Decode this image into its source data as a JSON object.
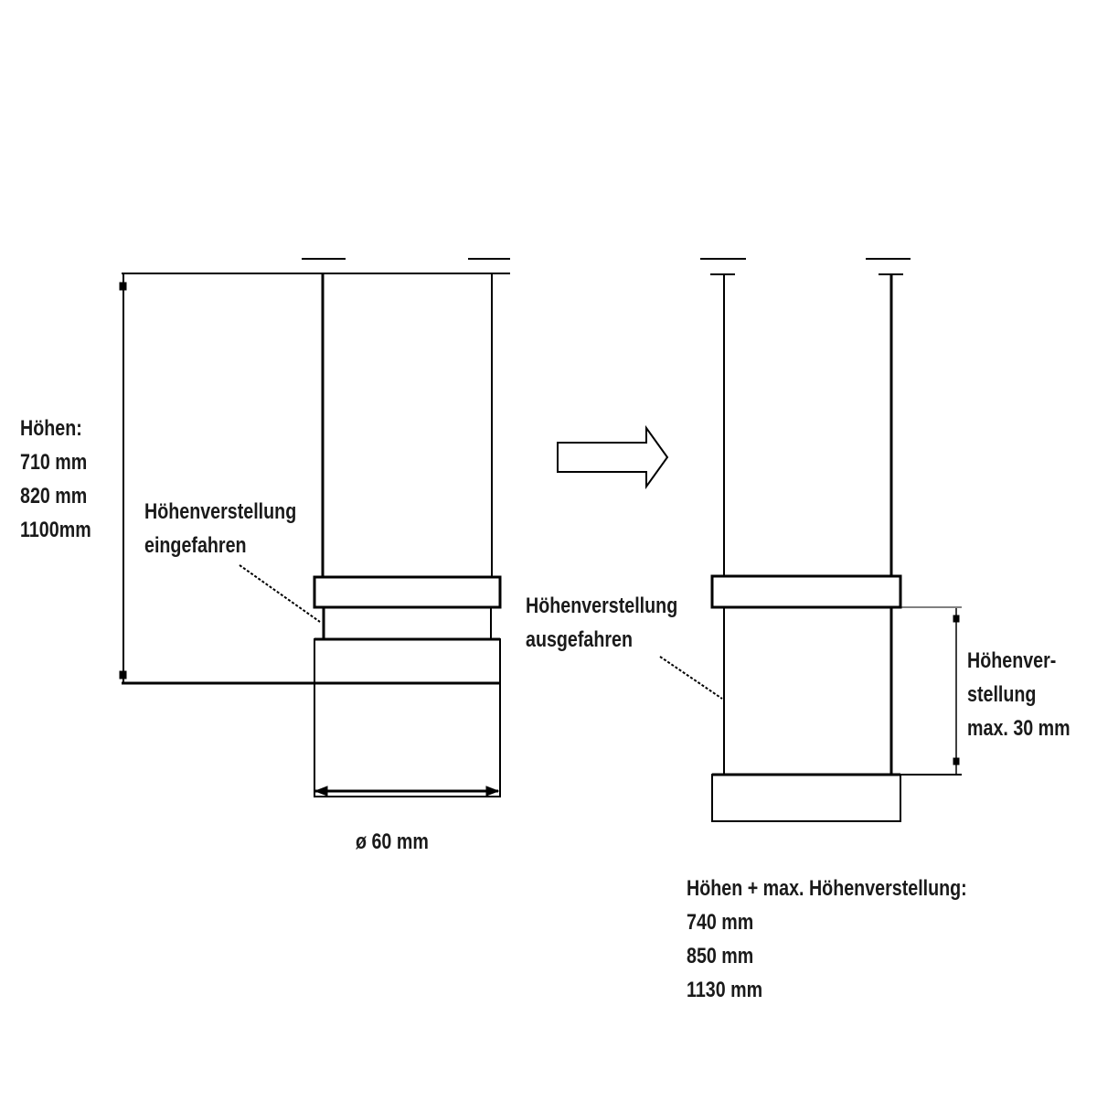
{
  "left_heights": {
    "title": "Höhen:",
    "values": [
      "710 mm",
      "820 mm",
      "1100mm"
    ]
  },
  "retracted_label": [
    "Höhenverstellung",
    "eingefahren"
  ],
  "diameter_label": "ø 60 mm",
  "extended_label": [
    "Höhenverstellung",
    "ausgefahren"
  ],
  "adjust_label": [
    "Höhenver-",
    "stellung",
    "max. 30 mm"
  ],
  "right_heights": {
    "title": "Höhen + max. Höhenverstellung:",
    "values": [
      "740 mm",
      "850 mm",
      "1130 mm"
    ]
  },
  "colors": {
    "line": "#000000",
    "text": "#1a1a1a"
  }
}
